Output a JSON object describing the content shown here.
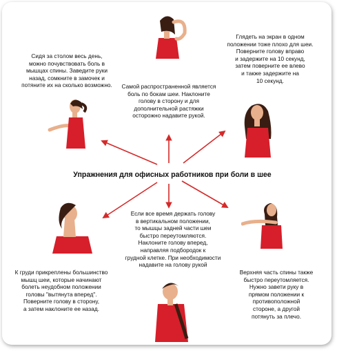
{
  "title": "Упражнения для офисных работников при боли в шее",
  "exercises": [
    {
      "id": "top-left",
      "text": "Сидя за столом весь день,\nможно почувствовать боль в\nмышцах спины. Заведите руки\nназад, сомкните в замочек и\nпотяните их на сколько возможно."
    },
    {
      "id": "top-center",
      "text": "Самой распространенной является\nболь по бокам шеи. Наклоните\nголову в сторону и для\nдополнительной растяжки\nосторожно надавите рукой."
    },
    {
      "id": "top-right",
      "text": "Глядеть на экран в одном\nположении тоже плохо для шеи.\nПоверните голову вправо\nи задержите на 10 секунд,\nзатем поверните ее влево\nи также задержите на\n10 секунд."
    },
    {
      "id": "bottom-left",
      "text": "К груди прикреплены большинство\nмышц шеи, которые начинают\nболеть неудобном положении\nголовы \"вытянута вперед\".\nПоверните голову в сторону,\nа затем наклоните ее назад."
    },
    {
      "id": "bottom-center",
      "text": "Если все время держать голову\nв вертикальном положении,\nто мышцы задней части шеи\nбыстро переутомляются.\nНаклоните голову вперед,\nнаправляя подбородок к\nгрудной клетке. При необходимости\nнадавите на голову рукой"
    },
    {
      "id": "bottom-right",
      "text": "Верхняя часть спины также\nбыстро переутомляется.\nНужно завети руку в\nпрямом положении к\nпротивоположной\nстороне, а другой\nпотянуть за плечо."
    }
  ],
  "colors": {
    "arrow": "#d42a2a",
    "top": "#d61f2a",
    "skin": "#e8b08c",
    "hair": "#3a1d12"
  }
}
